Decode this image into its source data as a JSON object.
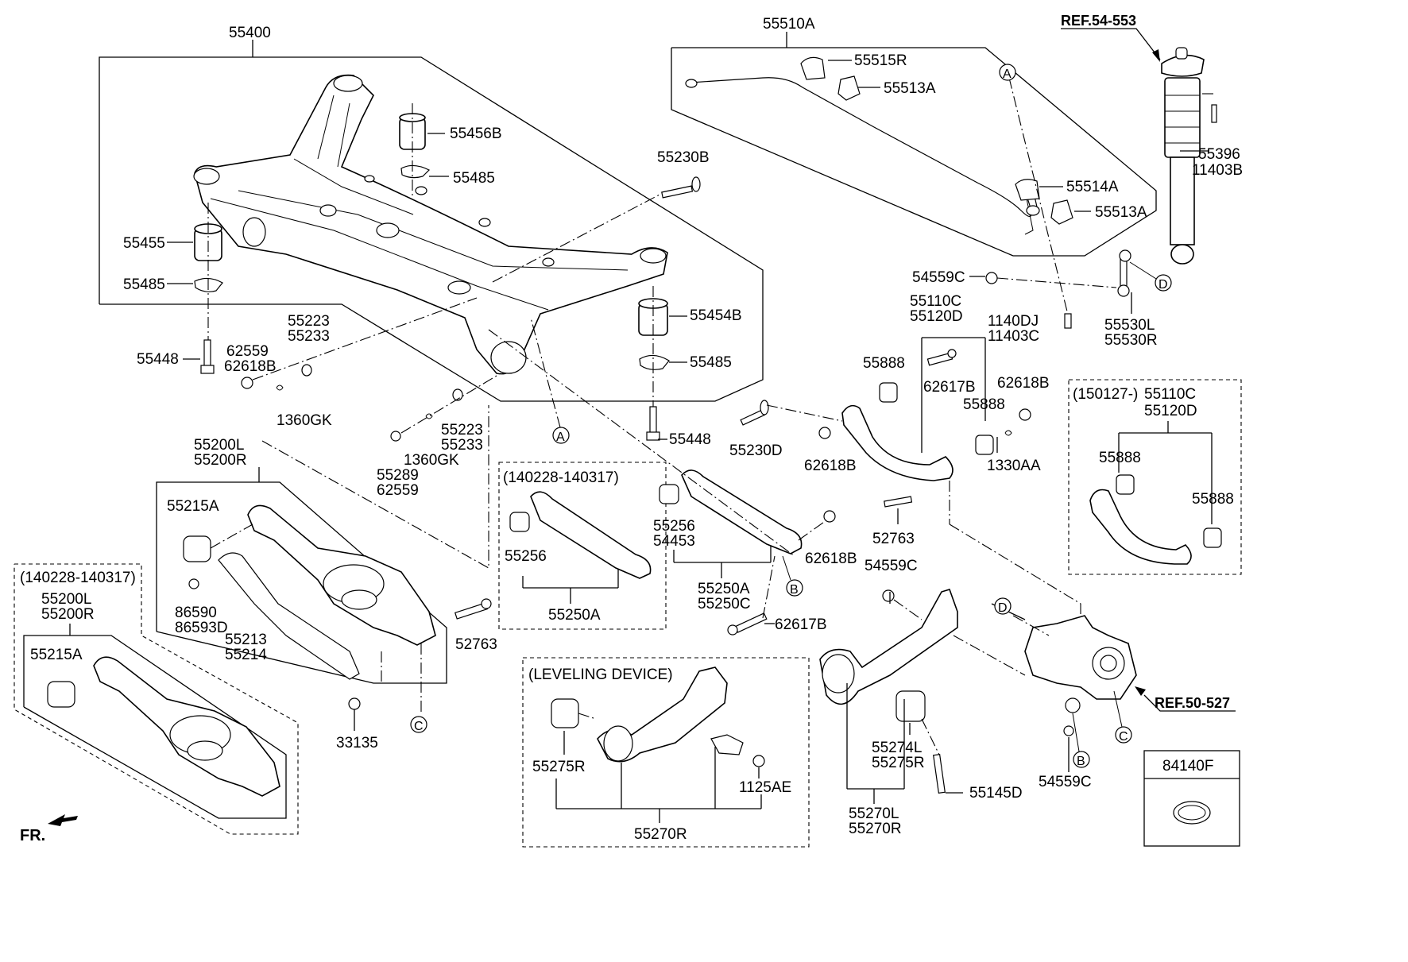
{
  "labels": {
    "p55400": "55400",
    "p55510A": "55510A",
    "ref54553": "REF.54-553",
    "p55515R": "55515R",
    "p55513A_a": "55513A",
    "p55456B": "55456B",
    "p55485_a": "55485",
    "p55230B": "55230B",
    "p55514A": "55514A",
    "p55513A_b": "55513A",
    "p55396": "55396",
    "p11403B": "11403B",
    "p55455": "55455",
    "p55485_b": "55485",
    "p54559C_a": "54559C",
    "p55454B": "55454B",
    "p55110C_a": "55110C",
    "p55120D_a": "55120D",
    "p1140DJ": "1140DJ",
    "p11403C": "11403C",
    "p55530L": "55530L",
    "p55530R": "55530R",
    "p55223_a": "55223",
    "p55233_a": "55233",
    "p62559_a": "62559",
    "p62618B_a": "62618B",
    "p55448_a": "55448",
    "p55485_c": "55485",
    "p55888_a": "55888",
    "p62617B_a": "62617B",
    "p62618B_b": "62618B",
    "p1360GK_a": "1360GK",
    "p55888_b": "55888",
    "p55223_b": "55223",
    "p55233_b": "55233",
    "p55230D": "55230D",
    "p62618B_c": "62618B",
    "p1330AA": "1330AA",
    "p55448_b": "55448",
    "p1360GK_b": "1360GK",
    "p55200L_a": "55200L",
    "p55200R_a": "55200R",
    "p55289": "55289",
    "p62559_b": "62559",
    "date_a": "(140228-140317)",
    "p55215A_a": "55215A",
    "p55256_a": "55256",
    "p55256_b": "55256",
    "p54453": "54453",
    "p52763_a": "52763",
    "p62618B_d": "62618B",
    "date_b": "(140228-140317)",
    "p86590": "86590",
    "p86593D": "86593D",
    "p55250A_a": "55250A",
    "p55250A_b": "55250A",
    "p55250C": "55250C",
    "p54559C_b": "54559C",
    "p55200L_b": "55200L",
    "p55200R_b": "55200R",
    "p55213": "55213",
    "p55214": "55214",
    "p52763_b": "52763",
    "p62617B_b": "62617B",
    "p55215A_b": "55215A",
    "leveling": "(LEVELING DEVICE)",
    "date_c": "(150127-)",
    "p55110C_b": "55110C",
    "p55120D_b": "55120D",
    "p55888_c": "55888",
    "p55888_d": "55888",
    "ref50527": "REF.50-527",
    "p33135": "33135",
    "p55275R_a": "55275R",
    "p55274L": "55274L",
    "p55275R_b": "55275R",
    "p1125AE": "1125AE",
    "p55145D": "55145D",
    "p54559C_c": "54559C",
    "p84140F": "84140F",
    "p55270R_a": "55270R",
    "p55270L": "55270L",
    "p55270R_b": "55270R",
    "fr": "FR."
  },
  "callouts": {
    "a1": "A",
    "a2": "A",
    "b1": "B",
    "b2": "B",
    "c1": "C",
    "c2": "C",
    "d1": "D",
    "d2": "D"
  }
}
